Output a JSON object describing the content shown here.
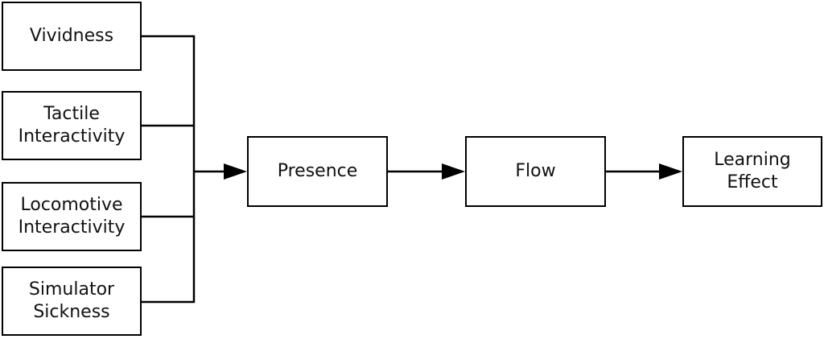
{
  "diagram": {
    "inputs": [
      {
        "id": "vividness",
        "lines": [
          "Vividness"
        ]
      },
      {
        "id": "tactile",
        "lines": [
          "Tactile",
          "Interactivity"
        ]
      },
      {
        "id": "locomotive",
        "lines": [
          "Locomotive",
          "Interactivity"
        ]
      },
      {
        "id": "simulator",
        "lines": [
          "Simulator",
          "Sickness"
        ]
      }
    ],
    "presence": {
      "lines": [
        "Presence"
      ]
    },
    "flow": {
      "lines": [
        "Flow"
      ]
    },
    "learning": {
      "lines": [
        "Learning",
        "Effect"
      ]
    },
    "edges": [
      {
        "from": "inputs",
        "to": "presence"
      },
      {
        "from": "presence",
        "to": "flow"
      },
      {
        "from": "flow",
        "to": "learning"
      }
    ],
    "colors": {
      "stroke": "#000000",
      "fill": "#ffffff"
    }
  }
}
